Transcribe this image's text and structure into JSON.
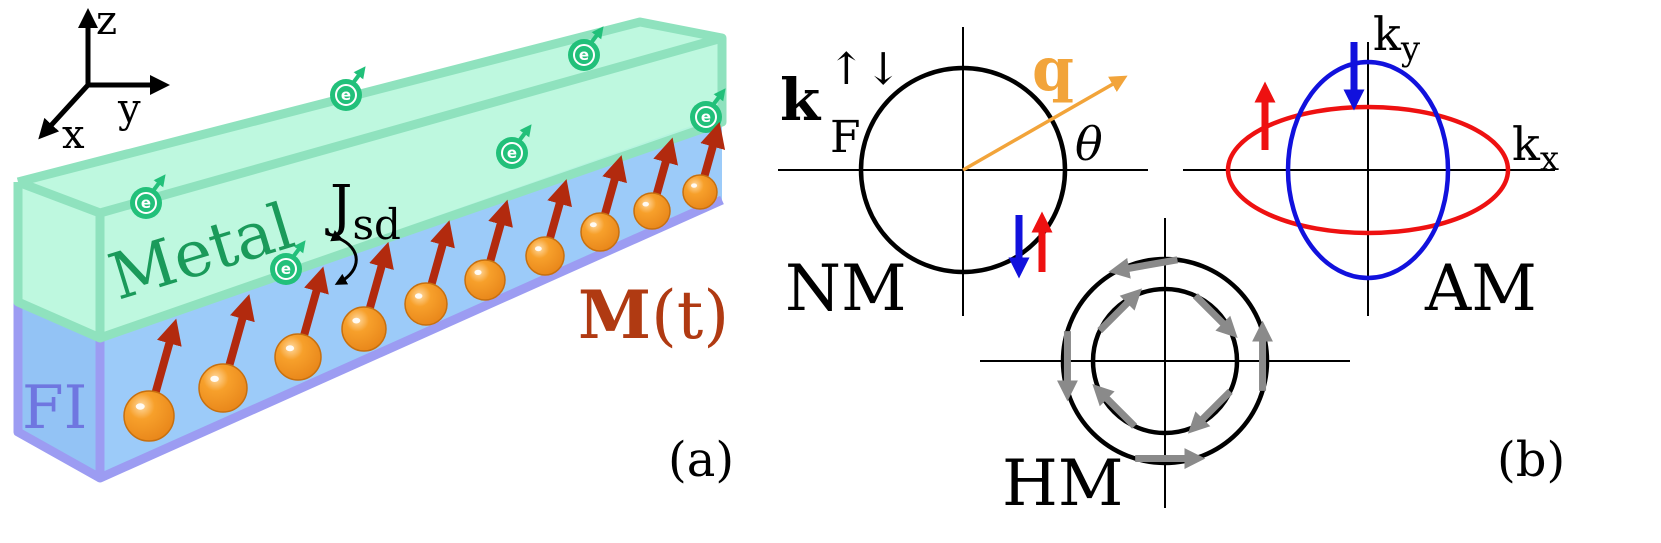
{
  "panel_a": {
    "axes": {
      "z": "z",
      "y": "y",
      "x": "x"
    },
    "electron_symbol": "e",
    "coupling_label": "J",
    "coupling_subscript": "sd",
    "metal_label": "Metal",
    "fi_label": "FI",
    "magnetization_label": "M",
    "magnetization_arg": "(t)",
    "panel_label": "(a)",
    "colors": {
      "metal_fill": "#b9f7dc",
      "metal_edge": "#8fe2be",
      "fi_fill": "#9ccbf9",
      "fi_edge": "#9c9cf2",
      "metal_text": "#1a9a5a",
      "fi_text": "#6f76e0",
      "electron": "#22c07a",
      "spin_arrow": "#b22a0e",
      "sphere": "#f7a02b",
      "m_label": "#b03a12"
    }
  },
  "panel_b": {
    "kf_label": "k",
    "kf_sub": "F",
    "kf_sup": "↑↓",
    "q_label": "q",
    "theta_label": "θ",
    "nm_label": "NM",
    "am_label": "AM",
    "hm_label": "HM",
    "kx_label": "k",
    "kx_sub": "x",
    "ky_label": "k",
    "ky_sub": "y",
    "panel_label": "(b)",
    "colors": {
      "q": "#f2a43a",
      "up": "#ee1111",
      "down": "#1111dd",
      "hm_arrows": "#8a8a8a"
    }
  }
}
